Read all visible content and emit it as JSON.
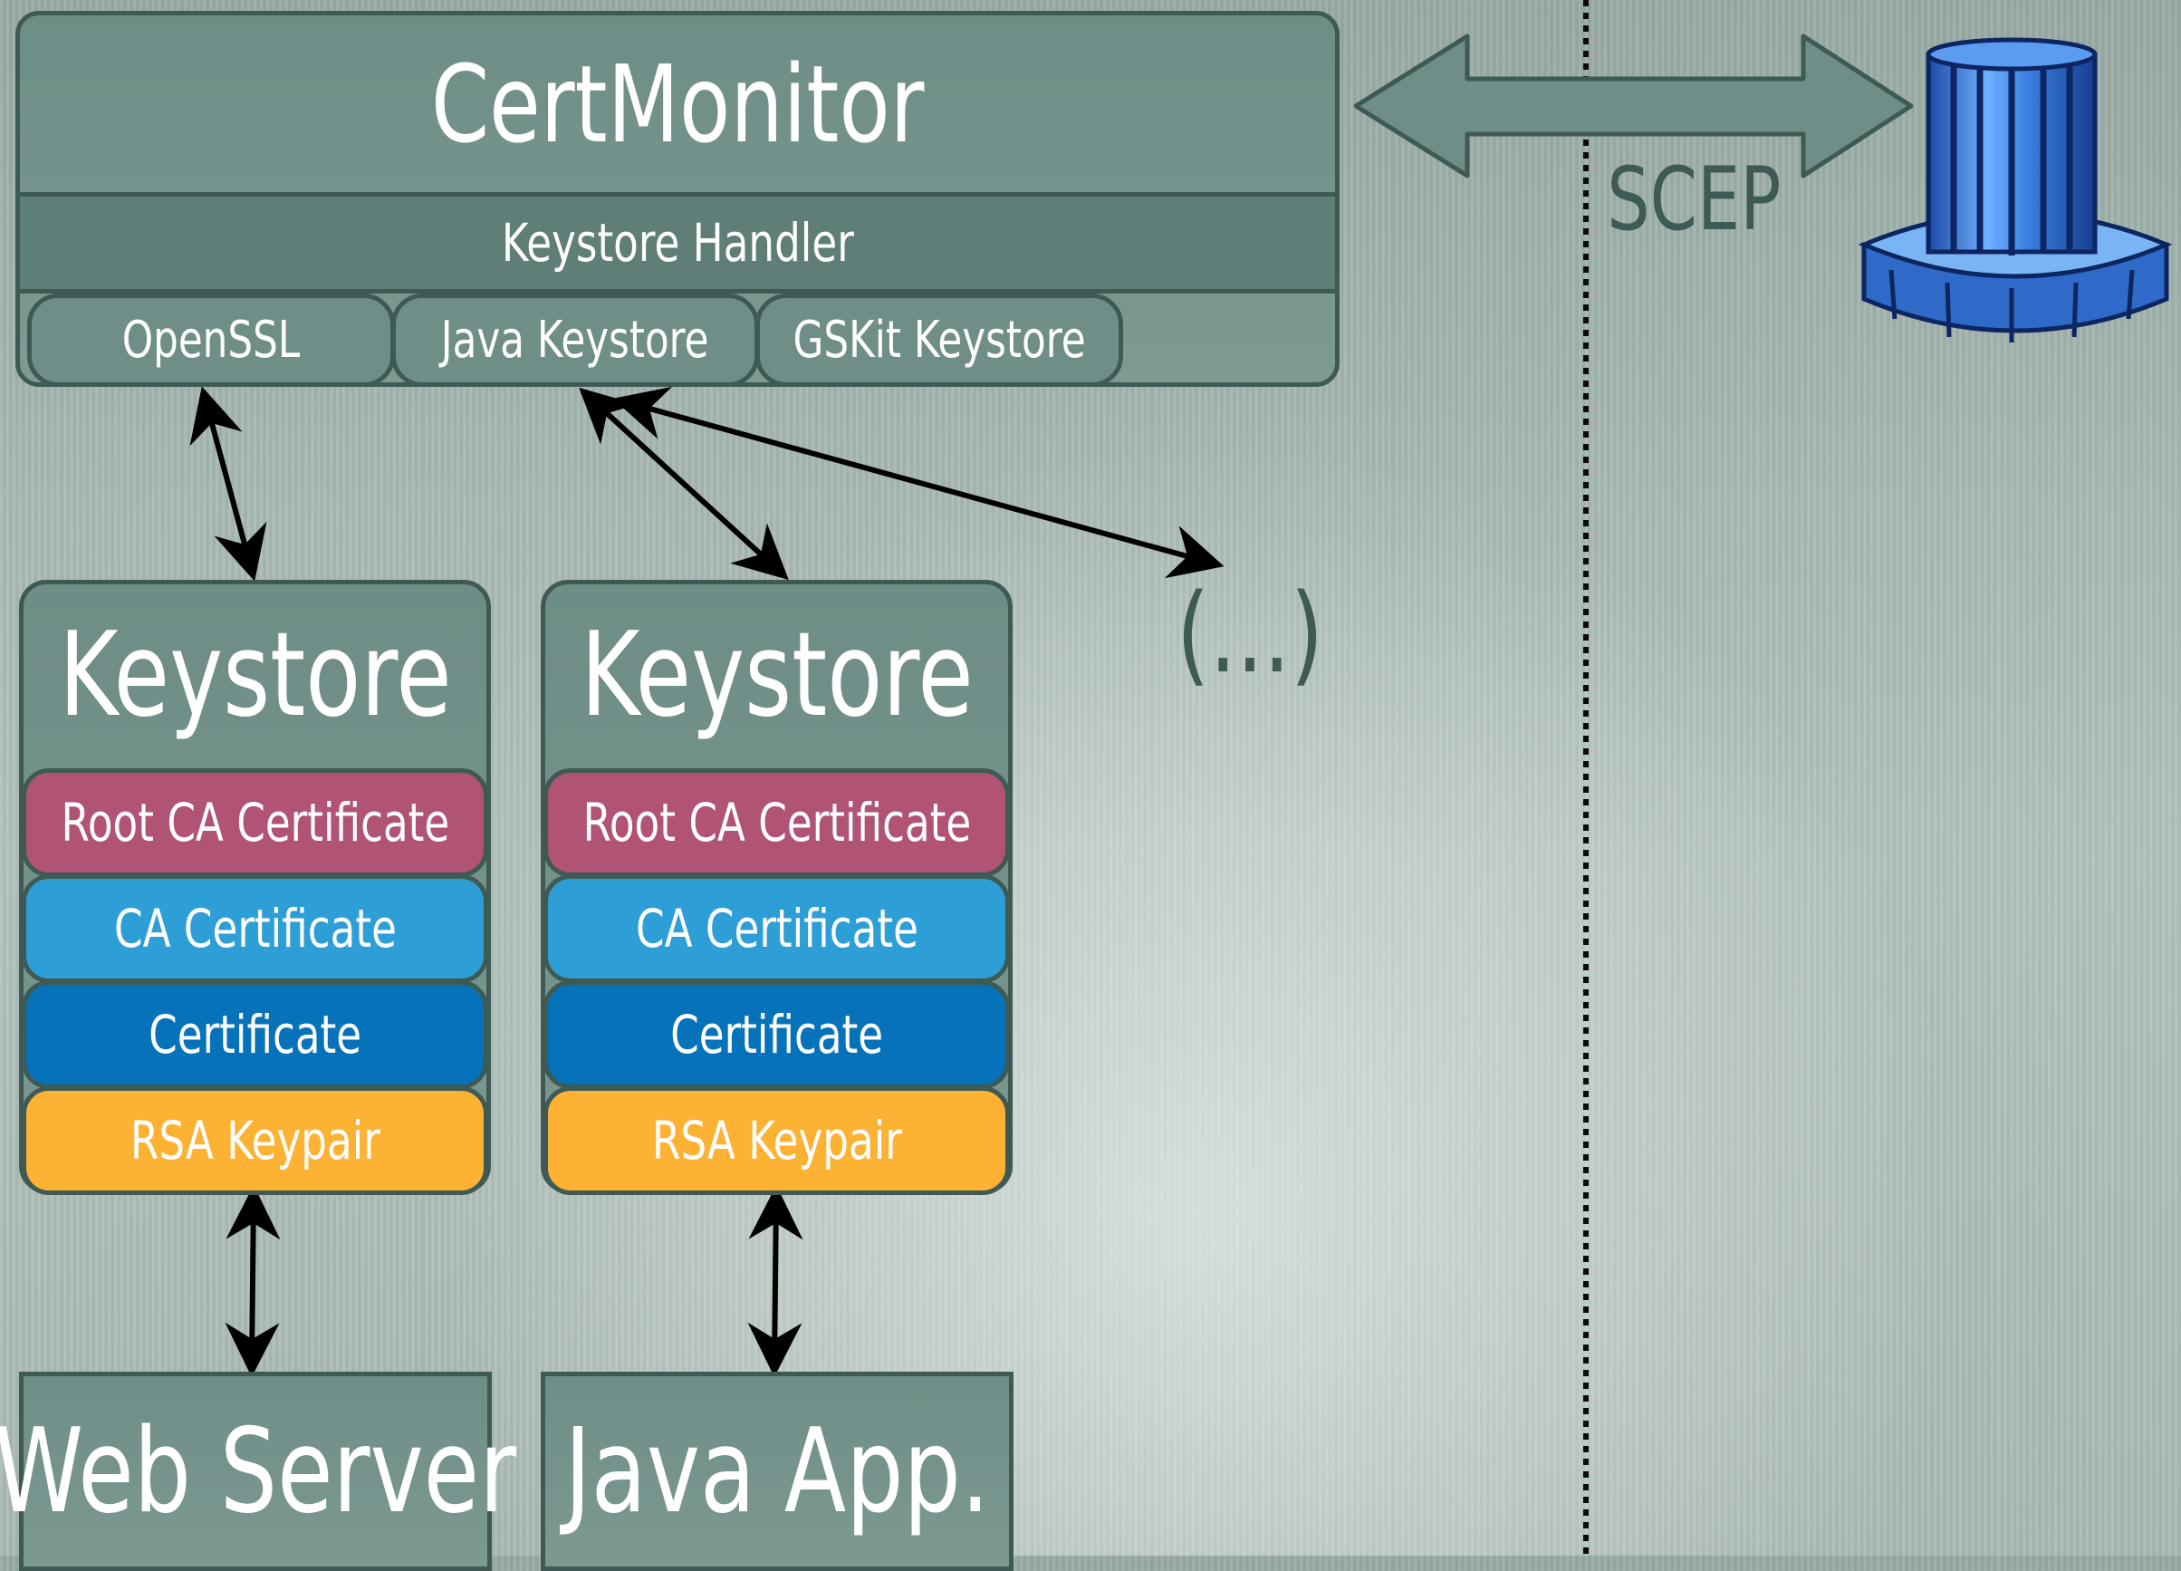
{
  "cert_monitor": {
    "title": "CertMonitor",
    "handler": "Keystore Handler",
    "tabs": [
      "OpenSSL",
      "Java Keystore",
      "GSKit Keystore"
    ]
  },
  "keystores": [
    {
      "title": "Keystore",
      "layers": [
        "Root CA Certificate",
        "CA Certificate",
        "Certificate",
        "RSA Keypair"
      ]
    },
    {
      "title": "Keystore",
      "layers": [
        "Root CA Certificate",
        "CA Certificate",
        "Certificate",
        "RSA Keypair"
      ]
    }
  ],
  "more": "(...)",
  "apps": [
    "Web Server",
    "Java App."
  ],
  "protocol": "SCEP",
  "colors": {
    "root_ca": "#b05374",
    "ca": "#2e9fd6",
    "certificate": "#0572b9",
    "rsa_keypair": "#fdb233",
    "outline": "#3f5a55",
    "server_icon": "#2f6ac8"
  },
  "icons": {
    "ca_server": "database-server-icon"
  }
}
